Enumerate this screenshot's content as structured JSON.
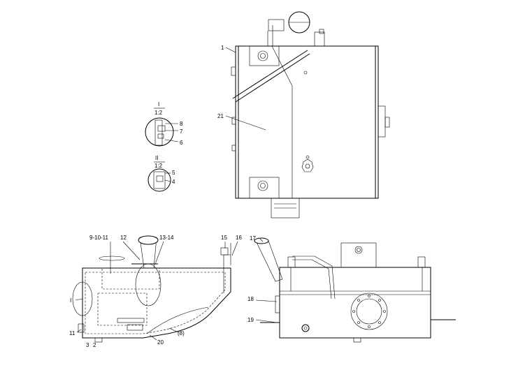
{
  "callouts": {
    "c1": "1",
    "c21": "21",
    "c8": "8",
    "c7": "7",
    "c6": "6",
    "c5": "5",
    "c4": "4",
    "c9_10_11": "9-10-11",
    "c12": "12",
    "c13_14": "13-14",
    "c15": "15",
    "c16": "16",
    "c17": "17",
    "c18": "18",
    "c19": "19",
    "c20": "20",
    "c8p": "(8)",
    "cI": "I",
    "c11": "11",
    "c3": "3",
    "c2": "2"
  },
  "details": {
    "detail_I": {
      "title": "I",
      "scale": "1:2"
    },
    "detail_II": {
      "title": "II",
      "scale": "1:2"
    }
  }
}
